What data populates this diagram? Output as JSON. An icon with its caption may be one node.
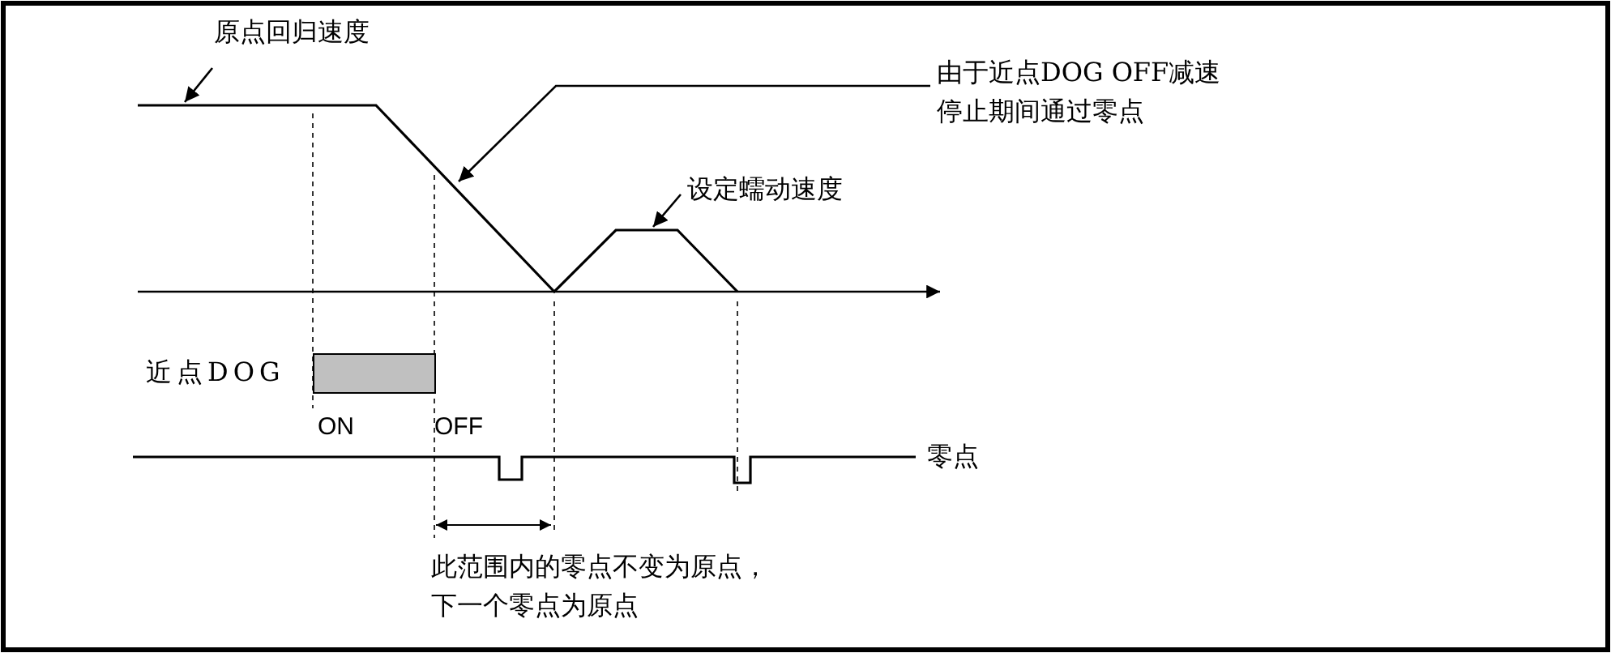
{
  "diagram": {
    "nodes": [
      {
        "text": [
          "原点回归速度"
        ]
      },
      {
        "text": [
          "由于近点DOG OFF减速停止期间通过零点"
        ]
      },
      {
        "text": [
          "设定蠕动速度"
        ]
      },
      {
        "text": [],
        "shape": "bar",
        "beside": [
          "近点DOG"
        ]
      },
      {
        "text": [],
        "shape": "line"
      },
      {
        "text": [],
        "shape": "line",
        "beside": [
          "零点"
        ]
      }
    ],
    "edges": [
      {
        "from": 0,
        "to": 4,
        "arrow": "to"
      },
      {
        "from": 1,
        "to": 4,
        "arrow": "to"
      },
      {
        "from": 2,
        "to": 4,
        "arrow": "to"
      }
    ],
    "labels": [
      "ON",
      "OFF",
      "此范围内的零点不变为原点，下一个零点为原点"
    ]
  }
}
